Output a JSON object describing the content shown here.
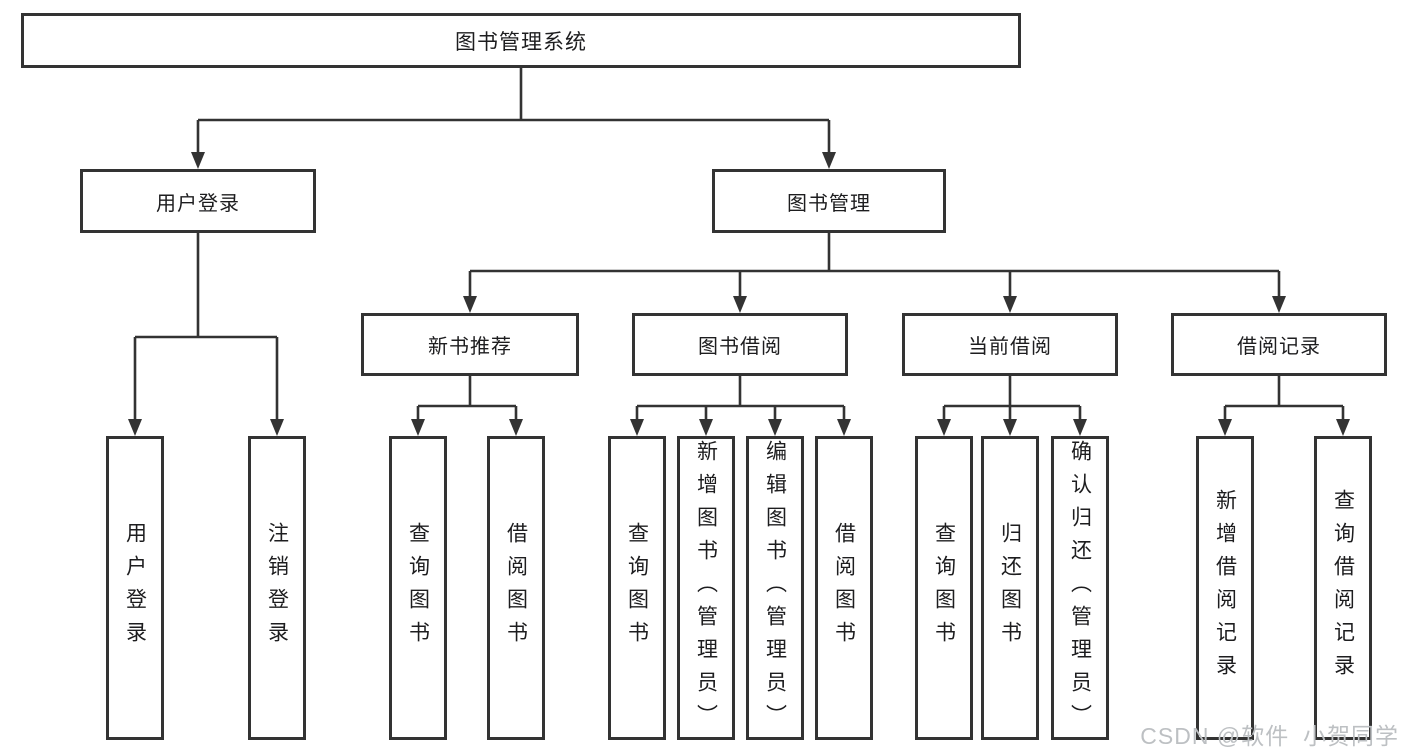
{
  "colors": {
    "line": "#333333",
    "text": "#1d1d1f",
    "background": "#ffffff",
    "watermark": "#bdc0c3"
  },
  "tree": {
    "root": {
      "label": "图书管理系统",
      "children": [
        {
          "label": "用户登录",
          "children": [
            {
              "label": "用户登录"
            },
            {
              "label": "注销登录"
            }
          ]
        },
        {
          "label": "图书管理",
          "children": [
            {
              "label": "新书推荐",
              "children": [
                {
                  "label": "查询图书"
                },
                {
                  "label": "借阅图书"
                }
              ]
            },
            {
              "label": "图书借阅",
              "children": [
                {
                  "label": "查询图书"
                },
                {
                  "label": "新增图书（管理员）"
                },
                {
                  "label": "编辑图书（管理员）"
                },
                {
                  "label": "借阅图书"
                }
              ]
            },
            {
              "label": "当前借阅",
              "children": [
                {
                  "label": "查询图书"
                },
                {
                  "label": "归还图书"
                },
                {
                  "label": "确认归还（管理员）"
                }
              ]
            },
            {
              "label": "借阅记录",
              "children": [
                {
                  "label": "新增借阅记录"
                },
                {
                  "label": "查询借阅记录"
                }
              ]
            }
          ]
        }
      ]
    }
  },
  "watermark": {
    "text": "CSDN @软件_小贺同学"
  }
}
